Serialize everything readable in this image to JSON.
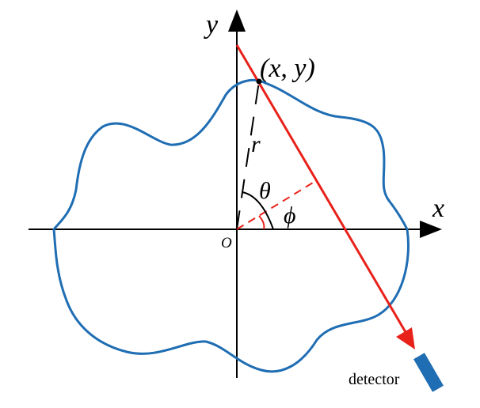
{
  "labels": {
    "y_axis": "y",
    "x_axis": "x",
    "origin": "O",
    "point": "(x, y)",
    "radius": "r",
    "theta": "θ",
    "phi": "ϕ",
    "detector": "detector"
  },
  "colors": {
    "axes": "#000000",
    "boundary": "#1f6db3",
    "ray": "#e8211a",
    "guide_dashed": "#e8211a",
    "radius_dashed": "#000000",
    "detector": "#1f6db3"
  }
}
